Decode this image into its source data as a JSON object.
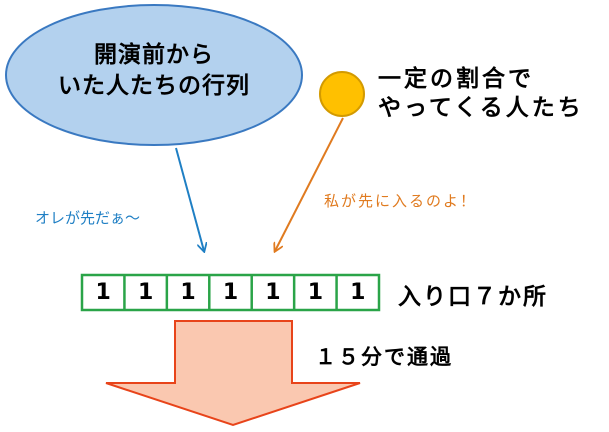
{
  "waiting_queue": {
    "lines": [
      "開演前から",
      "いた人たちの行列"
    ],
    "fill_color": "#b3d1ee",
    "border_color": "#3a79c1"
  },
  "arrival_stream": {
    "lines": [
      "一定の割合で",
      "やってくる人たち"
    ],
    "circle_color": "#ffc000",
    "circle_border": "#d39a00"
  },
  "blue_note": {
    "text": "オレが先だぁ〜",
    "color": "#1f7fc4"
  },
  "orange_note": {
    "text": "私が先に入るのよ！",
    "color": "#e07b20"
  },
  "gate": {
    "label": "入り口７か所",
    "cells": [
      "1",
      "1",
      "1",
      "1",
      "1",
      "1",
      "1"
    ],
    "border_color": "#2aa448"
  },
  "flow": {
    "label": "１５分で通過",
    "arrow_fill": "#fac8b0",
    "arrow_border": "#e8441a"
  }
}
